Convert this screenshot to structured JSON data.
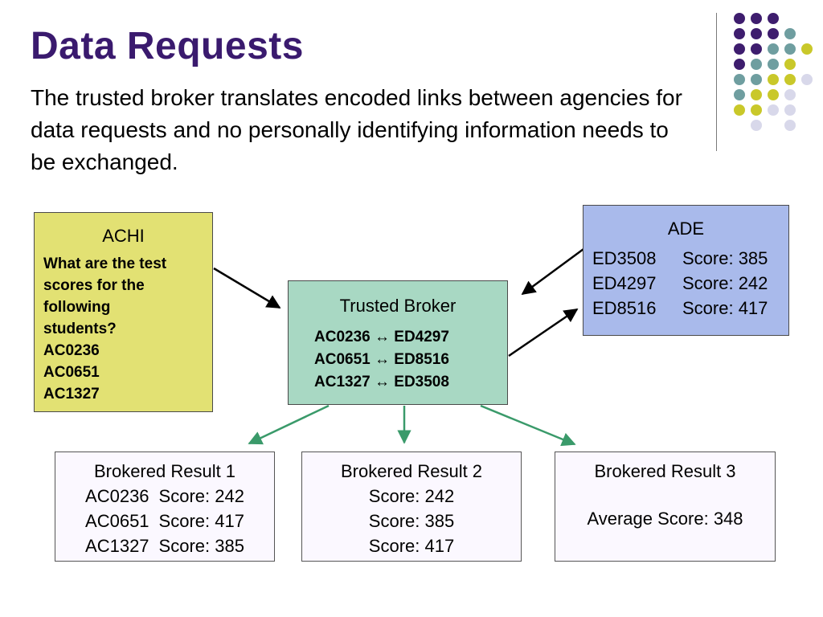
{
  "title": "Data Requests",
  "subtitle": "The trusted broker translates encoded links between agencies for data requests and no personally identifying information needs to be exchanged.",
  "decor": {
    "dot_colors": {
      "purple": "#3e1d6e",
      "teal": "#6f9ea0",
      "yellow": "#c9c82a",
      "lavender": "#d8d8ea"
    }
  },
  "achi": {
    "title": "ACHI",
    "lines": [
      "What are the test",
      "scores for the",
      "following",
      "students?",
      "AC0236",
      "AC0651",
      "AC1327"
    ],
    "fill_color": "#e2e173"
  },
  "ade": {
    "title": "ADE",
    "rows": [
      {
        "id": "ED3508",
        "score": "Score: 385"
      },
      {
        "id": "ED4297",
        "score": "Score: 242"
      },
      {
        "id": "ED8516",
        "score": "Score: 417"
      }
    ],
    "fill_color": "#a9baeb"
  },
  "broker": {
    "title": "Trusted Broker",
    "mappings": [
      "AC0236 ↔ ED4297",
      "AC0651 ↔ ED8516",
      "AC1327 ↔ ED3508"
    ],
    "fill_color": "#a8d8c3"
  },
  "results": [
    {
      "title": "Brokered Result 1",
      "rows": [
        {
          "id": "AC0236",
          "score": "Score: 242"
        },
        {
          "id": "AC0651",
          "score": "Score: 417"
        },
        {
          "id": "AC1327",
          "score": "Score: 385"
        }
      ]
    },
    {
      "title": "Brokered Result 2",
      "rows": [
        {
          "id": "",
          "score": "Score: 242"
        },
        {
          "id": "",
          "score": "Score: 385"
        },
        {
          "id": "",
          "score": "Score: 417"
        }
      ]
    },
    {
      "title": "Brokered Result 3",
      "value": "Average Score: 348"
    }
  ],
  "arrow_colors": {
    "black": "#000000",
    "green": "#3a9a6a"
  }
}
